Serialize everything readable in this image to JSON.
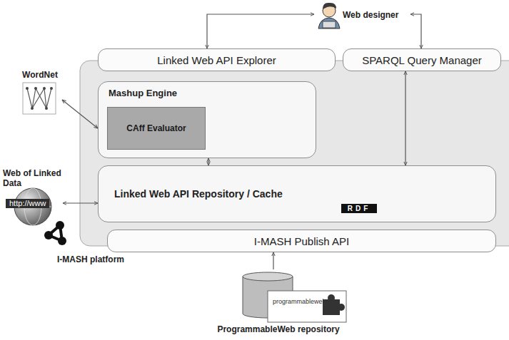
{
  "diagram": {
    "nodes": [
      {
        "text": [
          "Web designer"
        ]
      },
      {
        "text": [
          "I-MASH platform"
        ]
      },
      {
        "text": [
          "Linked Web API Explorer"
        ],
        "in": 1
      },
      {
        "text": [
          "SPARQL Query Manager"
        ],
        "in": 1
      },
      {
        "text": [
          "Mashup Engine"
        ],
        "in": 1
      },
      {
        "text": [
          "CAff Evaluator"
        ],
        "in": 4
      },
      {
        "text": [
          "Linked Web API Repository / Cache"
        ],
        "in": 1
      },
      {
        "text": [
          "I-MASH Publish API"
        ],
        "in": 1
      },
      {
        "text": [
          "programmableweb",
          "ProgrammableWeb repository"
        ]
      },
      {
        "text": [
          "WordNet"
        ]
      },
      {
        "text": [
          "Web of Linked Data",
          "http://www"
        ]
      }
    ],
    "edges": [
      {
        "from": 0,
        "to": 2,
        "arrow": "both"
      },
      {
        "from": 0,
        "to": 3,
        "arrow": "both"
      },
      {
        "from": 9,
        "to": 4,
        "arrow": "both"
      },
      {
        "from": 10,
        "to": 6,
        "arrow": "both"
      },
      {
        "from": 4,
        "to": 6,
        "arrow": "both"
      },
      {
        "from": 3,
        "to": 6,
        "arrow": "both"
      },
      {
        "from": 8,
        "to": 7,
        "arrow": "to"
      }
    ],
    "labels": [
      "RDF"
    ]
  }
}
